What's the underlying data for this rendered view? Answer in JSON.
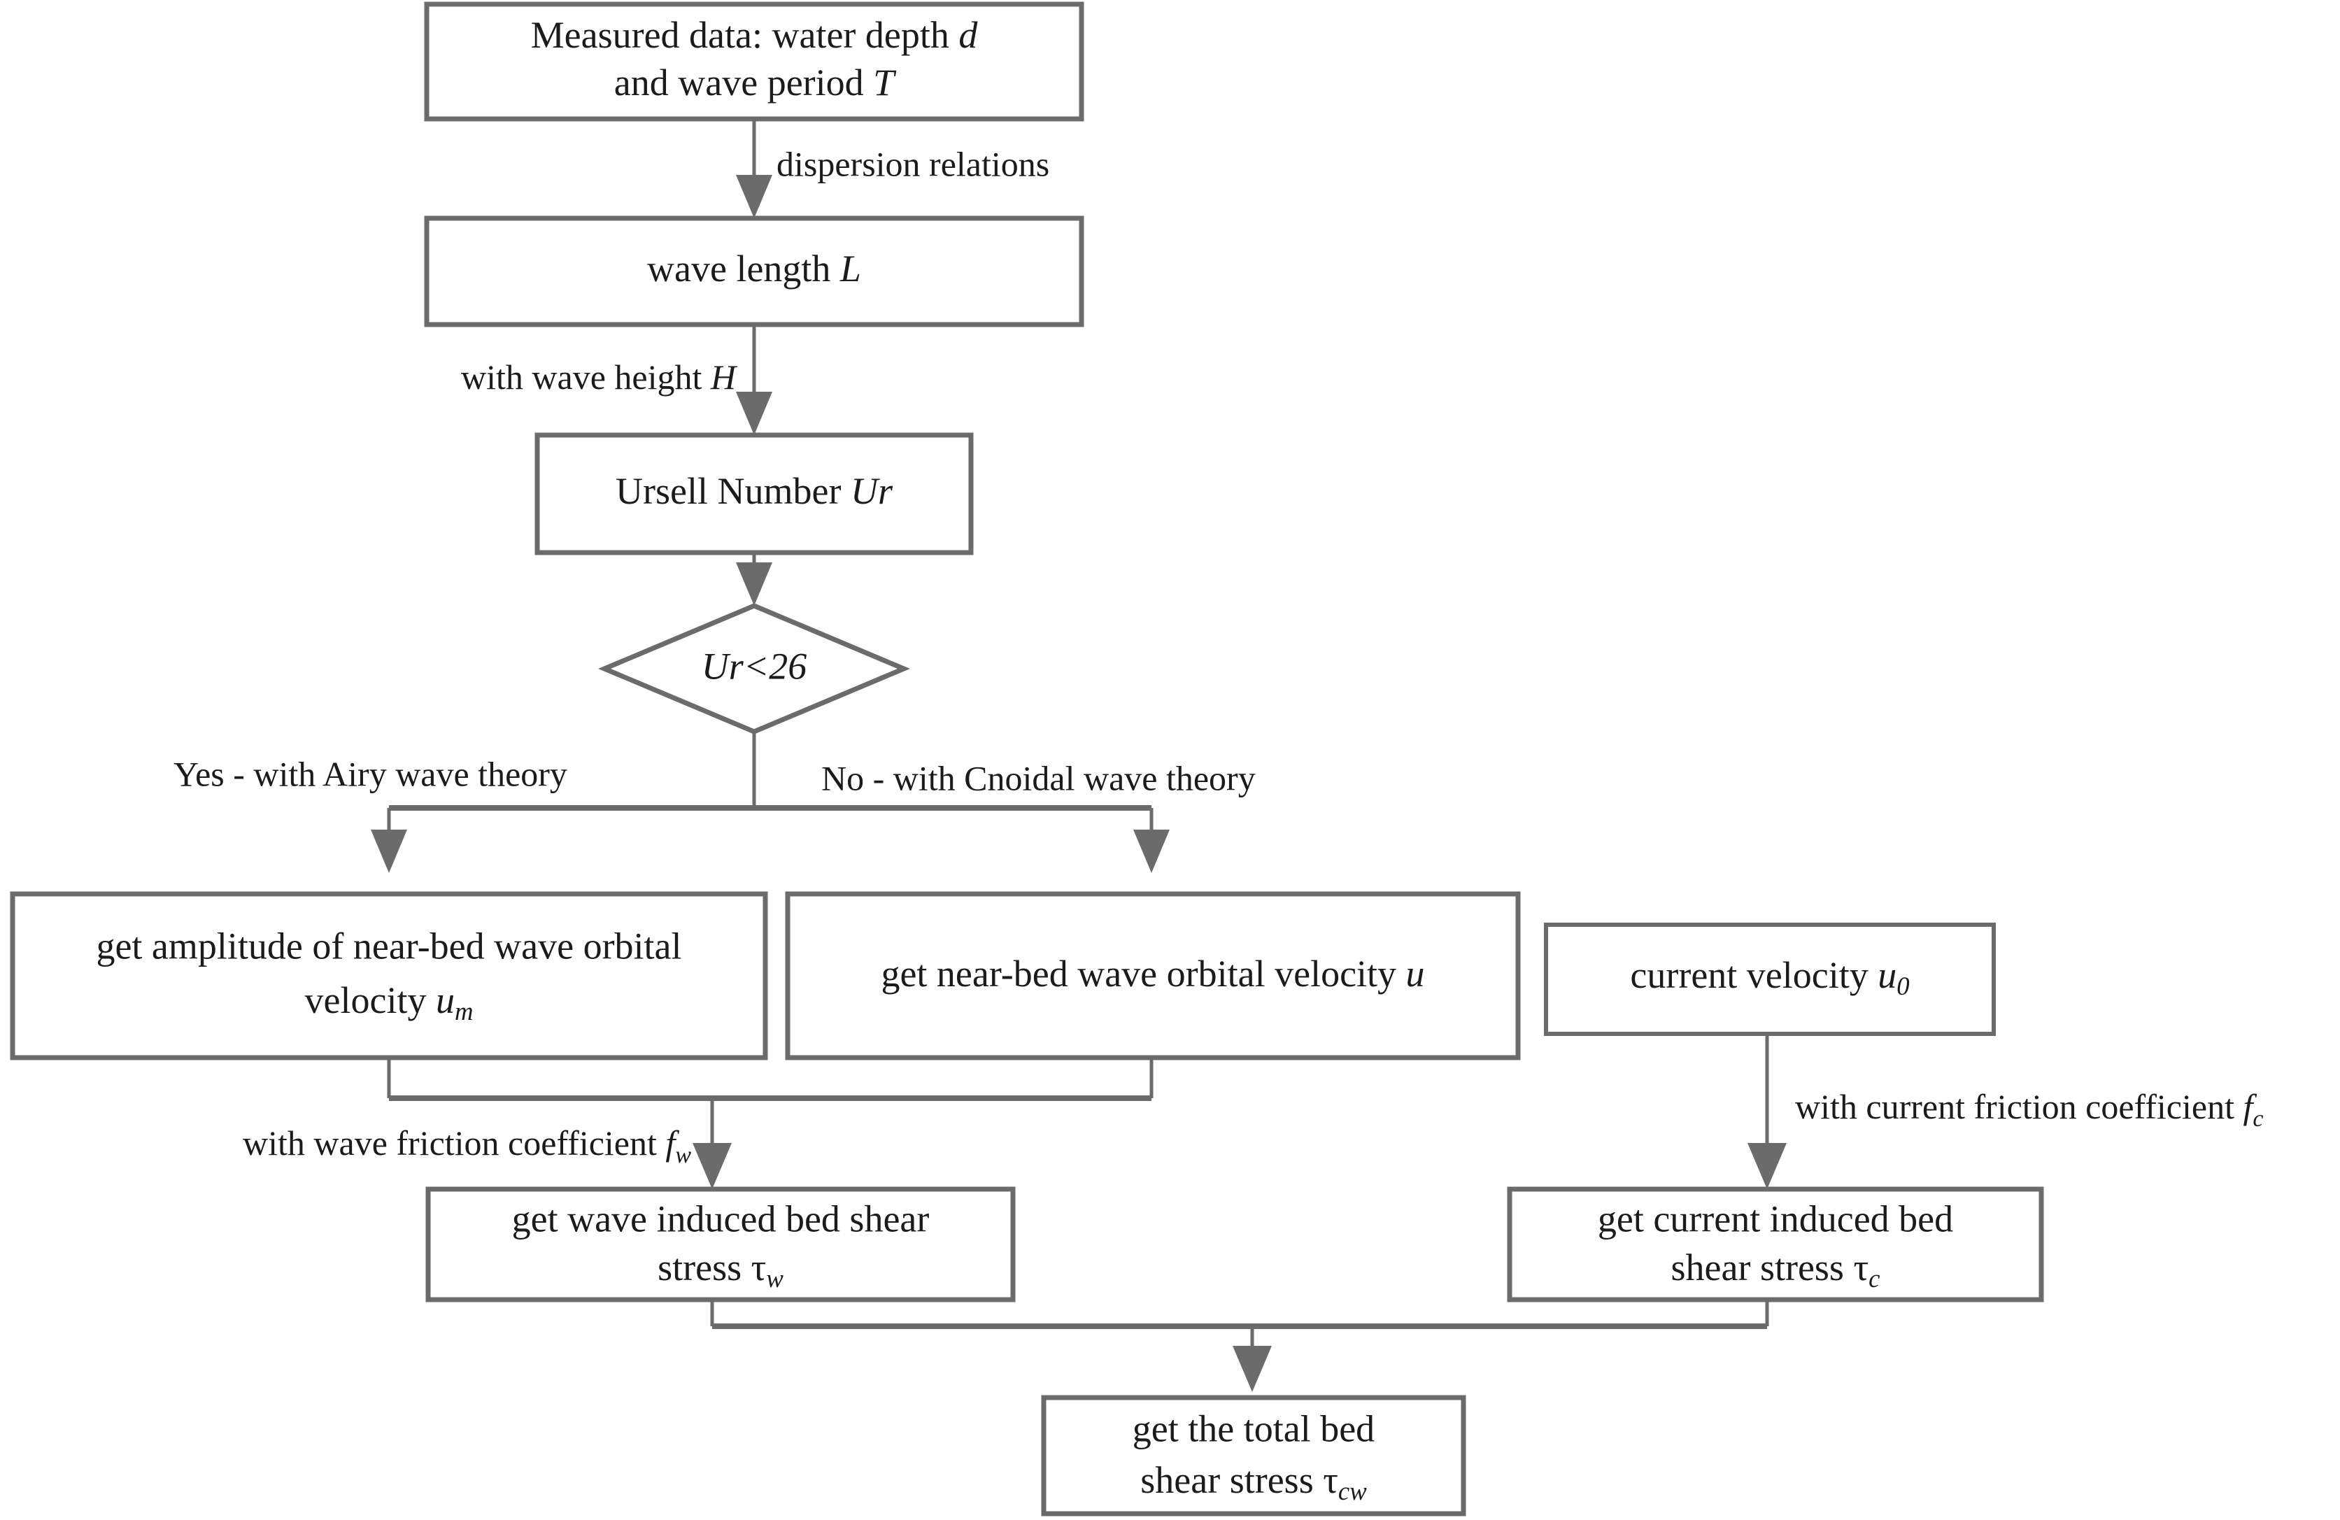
{
  "diagram": {
    "title": "Bed shear stress computation flowchart",
    "type": "flowchart",
    "colors": {
      "stroke": "#6b6b6b",
      "text": "#1b1b1b",
      "background": "#ffffff"
    },
    "nodes": {
      "measured_data": {
        "shape": "rectangle",
        "line1_a": "Measured data: water depth ",
        "line1_b": "d",
        "line2_a": "and wave period ",
        "line2_b": "T"
      },
      "wave_length": {
        "shape": "rectangle",
        "text_a": "wave length ",
        "text_b": "L"
      },
      "ursell_number": {
        "shape": "rectangle",
        "text_a": "Ursell Number ",
        "text_b": "Ur"
      },
      "decision_ur": {
        "shape": "diamond",
        "text": "Ur<26"
      },
      "amplitude_um": {
        "shape": "rectangle",
        "line1": "get amplitude of near-bed wave orbital",
        "line2_a": "velocity ",
        "line2_b": "u",
        "line2_sub": "m"
      },
      "orbital_u": {
        "shape": "rectangle",
        "text_a": "get near-bed wave orbital velocity ",
        "text_b": "u"
      },
      "current_velocity": {
        "shape": "rectangle",
        "text_a": "current velocity ",
        "text_b": "u",
        "text_sub": "0"
      },
      "wave_shear_stress": {
        "shape": "rectangle",
        "line1": "get wave induced bed shear",
        "line2_a": "stress ",
        "line2_b": "τ",
        "line2_sub": "w"
      },
      "current_shear_stress": {
        "shape": "rectangle",
        "line1": "get current induced bed",
        "line2_a": "shear stress ",
        "line2_b": "τ",
        "line2_sub": "c"
      },
      "total_shear_stress": {
        "shape": "rectangle",
        "line1": "get the total bed",
        "line2_a": "shear stress ",
        "line2_b": "τ",
        "line2_sub": "cw"
      }
    },
    "edge_labels": {
      "dispersion": "dispersion relations",
      "wave_height_a": "with wave height ",
      "wave_height_b": "H",
      "branch_yes": "Yes - with Airy wave theory",
      "branch_no": "No - with Cnoidal wave theory",
      "wave_friction_a": "with wave friction coefficient ",
      "wave_friction_b": "f",
      "wave_friction_sub": "w",
      "current_friction_a": "with current friction coefficient ",
      "current_friction_b": "f",
      "current_friction_sub": "c"
    }
  }
}
